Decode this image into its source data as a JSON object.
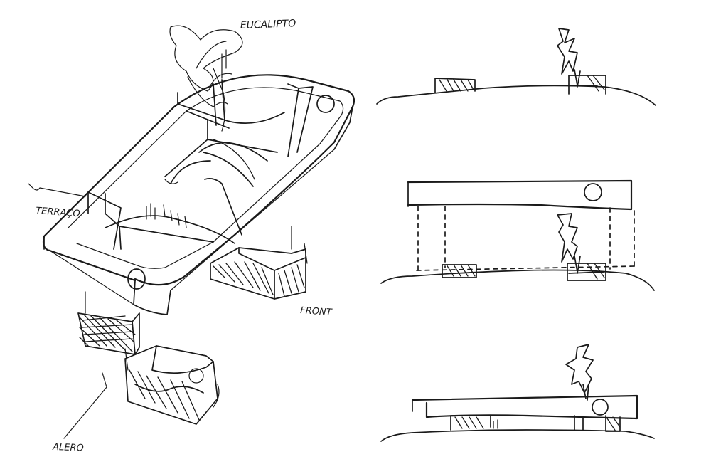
{
  "labels": {
    "top_label": "EUCALIPTO",
    "left_label": "TERRAÇO",
    "right_label": "FRONT",
    "bottom_label": "ALERO"
  }
}
